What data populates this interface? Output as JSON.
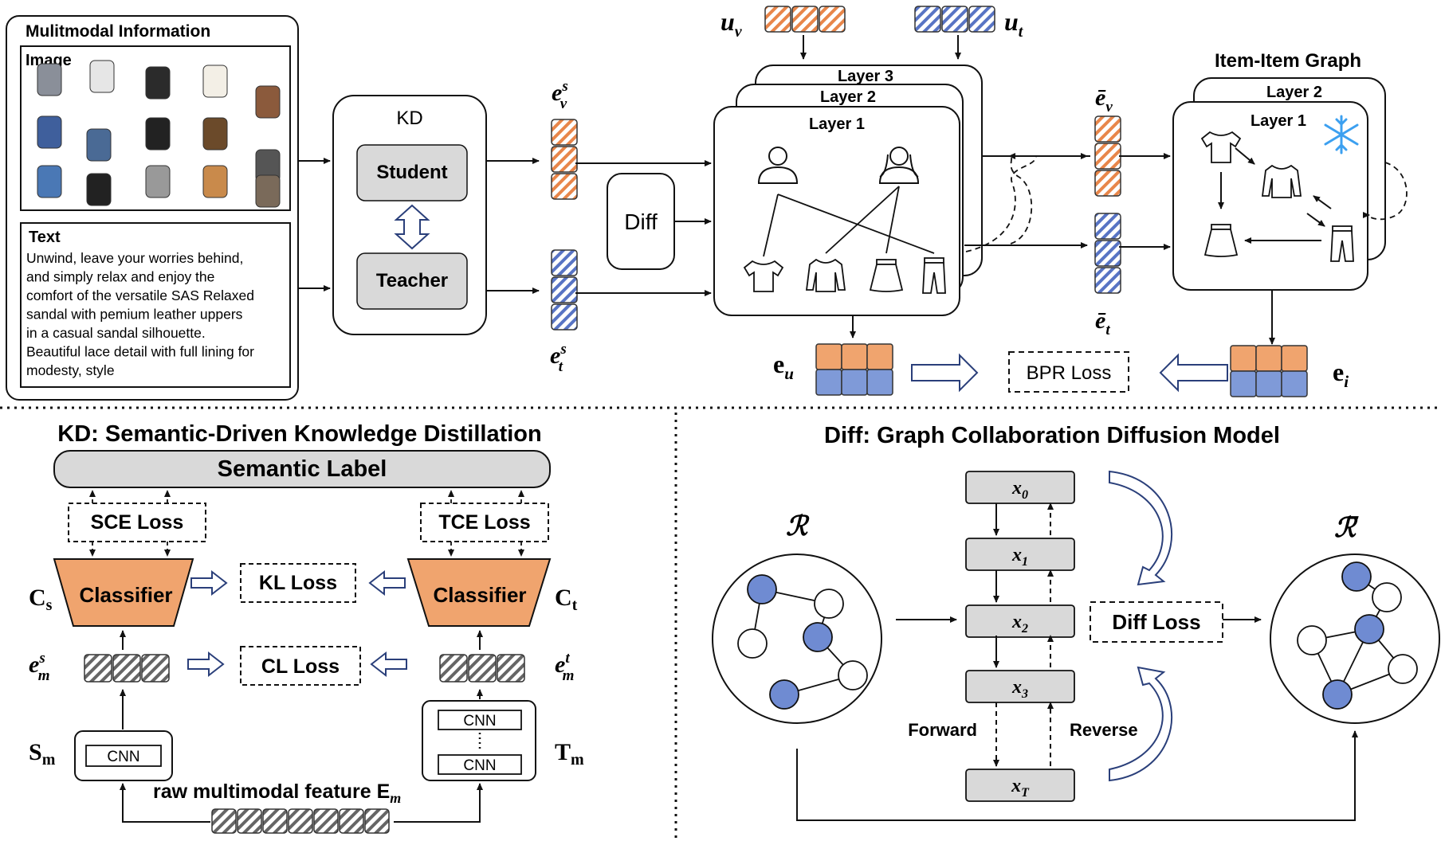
{
  "colors": {
    "orange": "#e8864a",
    "orange_fill": "#f0a46e",
    "blue": "#5874c4",
    "blue_fill": "#7f9ad8",
    "gray_box": "#d9d9d9",
    "node_blue": "#6f8bd2",
    "hatch_gray": "#666666"
  },
  "top": {
    "info_panel": {
      "title": "Mulitmodal Information",
      "image_label": "Image",
      "text_label": "Text",
      "text_lines": [
        "Unwind, leave your worries behind,",
        "and simply relax and enjoy the",
        "comfort of the versatile SAS Relaxed",
        "sandal with pemium leather uppers",
        "in a casual sandal silhouette.",
        "Beautiful lace detail with full lining for",
        "modesty, style"
      ],
      "product_icons": [
        "watch-icon",
        "jacket-icon",
        "backpack-icon",
        "dress-icon",
        "handbag-icon",
        "gloves-icon",
        "jeans-icon",
        "safe-icon",
        "skirt-icon",
        "bag-icon",
        "bottle-icon",
        "shoe-icon",
        "necklace-icon",
        "sandal-icon",
        "jewelry-box-icon"
      ]
    },
    "kd": {
      "title": "KD",
      "student": "Student",
      "teacher": "Teacher"
    },
    "diff_label": "Diff",
    "symbols": {
      "e_v_s": "e",
      "e_v_s_sup": "s",
      "e_v_s_sub": "v",
      "e_t_s": "e",
      "e_t_s_sup": "s",
      "e_t_s_sub": "t",
      "u_v": "u",
      "u_v_sub": "v",
      "u_t": "u",
      "u_t_sub": "t",
      "e_bar_v": "ē",
      "e_bar_v_sub": "v",
      "e_bar_t": "ē",
      "e_bar_t_sub": "t",
      "e_u": "e",
      "e_u_sub": "u",
      "e_i": "e",
      "e_i_sub": "i"
    },
    "layers": [
      "Layer 3",
      "Layer 2",
      "Layer 1"
    ],
    "item_graph": {
      "title": "Item-Item Graph",
      "layers": [
        "Layer 2",
        "Layer 1"
      ]
    },
    "bpr_loss": "BPR Loss"
  },
  "kd_section": {
    "title": "KD: Semantic-Driven Knowledge Distillation",
    "semantic_label": "Semantic Label",
    "sce_loss": "SCE Loss",
    "tce_loss": "TCE Loss",
    "classifier_left": "Classifier",
    "classifier_right": "Classifier",
    "kl_loss": "KL Loss",
    "cl_loss": "CL Loss",
    "c_s": "C",
    "c_s_sub": "s",
    "c_t": "C",
    "c_t_sub": "t",
    "e_m_s": "e",
    "e_m_s_sup": "s",
    "e_m_s_sub": "m",
    "e_m_t": "e",
    "e_m_t_sup": "t",
    "e_m_t_sub": "m",
    "s_m": "S",
    "s_m_sub": "m",
    "t_m": "T",
    "t_m_sub": "m",
    "cnn": "CNN",
    "cnn_top": "CNN",
    "cnn_bottom": "CNN",
    "raw_feature": "raw multimodal feature E",
    "raw_feature_sub": "m"
  },
  "diff_section": {
    "title": "Diff: Graph Collaboration Diffusion Model",
    "r": "ℛ",
    "r_bar": "ℛ̄",
    "steps": [
      {
        "base": "x",
        "sub": "0"
      },
      {
        "base": "x",
        "sub": "1"
      },
      {
        "base": "x",
        "sub": "2"
      },
      {
        "base": "x",
        "sub": "3"
      },
      {
        "base": "x",
        "sub": "T"
      }
    ],
    "forward": "Forward",
    "reverse": "Reverse",
    "diff_loss": "Diff Loss"
  }
}
